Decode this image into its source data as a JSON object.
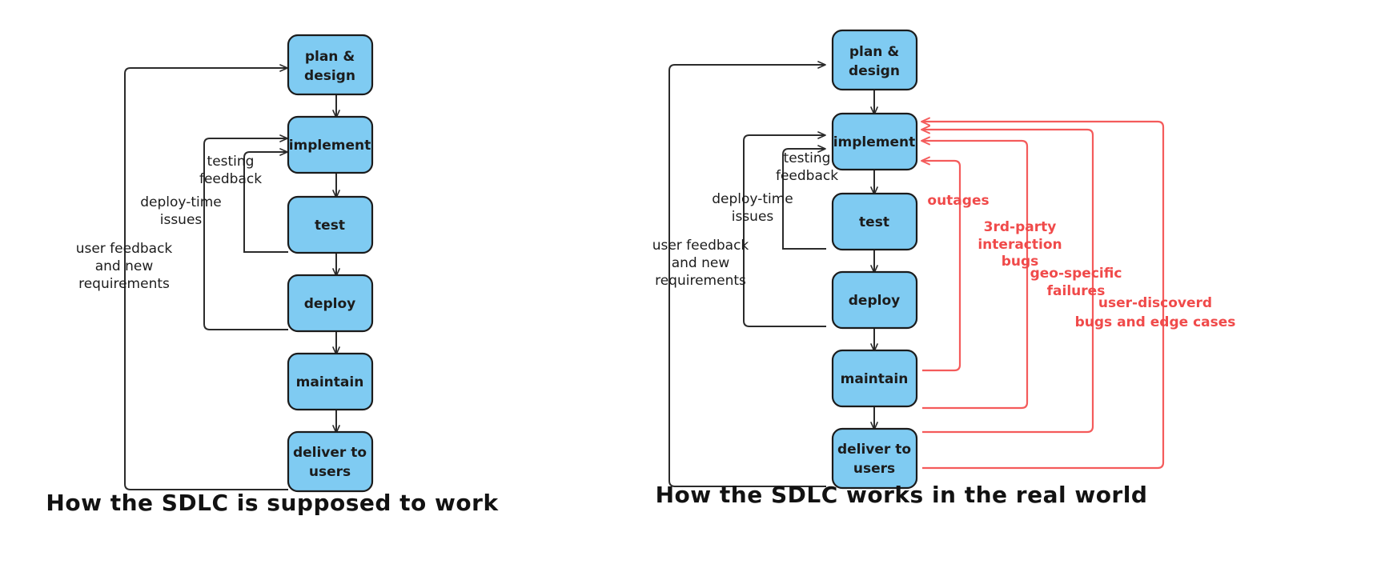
{
  "diagram": {
    "title_kind": "sdlc-comparison",
    "colors": {
      "node_fill": "#7fcbf2",
      "node_stroke": "#1b1b1b",
      "flow_stroke": "#2b2b2b",
      "problem_stroke": "#f45b5b",
      "problem_text": "#f04a4a",
      "text": "#1c1c1c",
      "background": "#ffffff"
    },
    "left": {
      "caption": "How the SDLC is supposed to work",
      "nodes": [
        {
          "id": "plan",
          "label_line1": "plan &",
          "label_line2": "design"
        },
        {
          "id": "implement",
          "label_line1": "implement",
          "label_line2": ""
        },
        {
          "id": "test",
          "label_line1": "test",
          "label_line2": ""
        },
        {
          "id": "deploy",
          "label_line1": "deploy",
          "label_line2": ""
        },
        {
          "id": "maintain",
          "label_line1": "maintain",
          "label_line2": ""
        },
        {
          "id": "deliver",
          "label_line1": "deliver to",
          "label_line2": "users"
        }
      ],
      "feedback_labels": [
        {
          "id": "testing-feedback",
          "line1": "testing",
          "line2": "feedback",
          "line3": ""
        },
        {
          "id": "deploy-time-issues",
          "line1": "deploy-time",
          "line2": "issues",
          "line3": ""
        },
        {
          "id": "user-feedback",
          "line1": "user feedback",
          "line2": "and new",
          "line3": "requirements"
        }
      ]
    },
    "right": {
      "caption": "How the SDLC works in the real world",
      "nodes": [
        {
          "id": "plan",
          "label_line1": "plan &",
          "label_line2": "design"
        },
        {
          "id": "implement",
          "label_line1": "implement",
          "label_line2": ""
        },
        {
          "id": "test",
          "label_line1": "test",
          "label_line2": ""
        },
        {
          "id": "deploy",
          "label_line1": "deploy",
          "label_line2": ""
        },
        {
          "id": "maintain",
          "label_line1": "maintain",
          "label_line2": ""
        },
        {
          "id": "deliver",
          "label_line1": "deliver to",
          "label_line2": "users"
        }
      ],
      "feedback_labels": [
        {
          "id": "testing-feedback",
          "line1": "testing",
          "line2": "feedback",
          "line3": ""
        },
        {
          "id": "deploy-time-issues",
          "line1": "deploy-time",
          "line2": "issues",
          "line3": ""
        },
        {
          "id": "user-feedback",
          "line1": "user feedback",
          "line2": "and new",
          "line3": "requirements"
        }
      ],
      "problem_labels": [
        {
          "id": "outages",
          "line1": "outages",
          "line2": "",
          "line3": ""
        },
        {
          "id": "third-party",
          "line1": "3rd-party",
          "line2": "interaction",
          "line3": "bugs"
        },
        {
          "id": "geo-specific",
          "line1": "geo-specific",
          "line2": "failures",
          "line3": ""
        },
        {
          "id": "user-discovered",
          "line1": "user-discoverd",
          "line2": "bugs and edge cases",
          "line3": ""
        }
      ]
    }
  }
}
